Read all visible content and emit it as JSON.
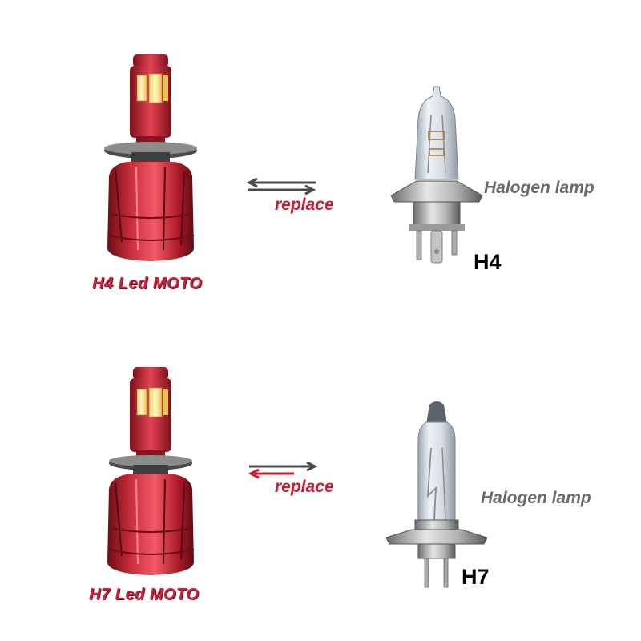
{
  "products": [
    {
      "led_label": "H4 Led MOTO",
      "replace_label": "replace",
      "halogen_label": "Halogen lamp",
      "socket_label": "H4"
    },
    {
      "led_label": "H7 Led MOTO",
      "replace_label": "replace",
      "halogen_label": "Halogen lamp",
      "socket_label": "H7"
    }
  ],
  "colors": {
    "led_red": "#c8243b",
    "replace_red": "#d4192c",
    "halogen_gray": "#6a6a6a",
    "socket_black": "#000000"
  }
}
